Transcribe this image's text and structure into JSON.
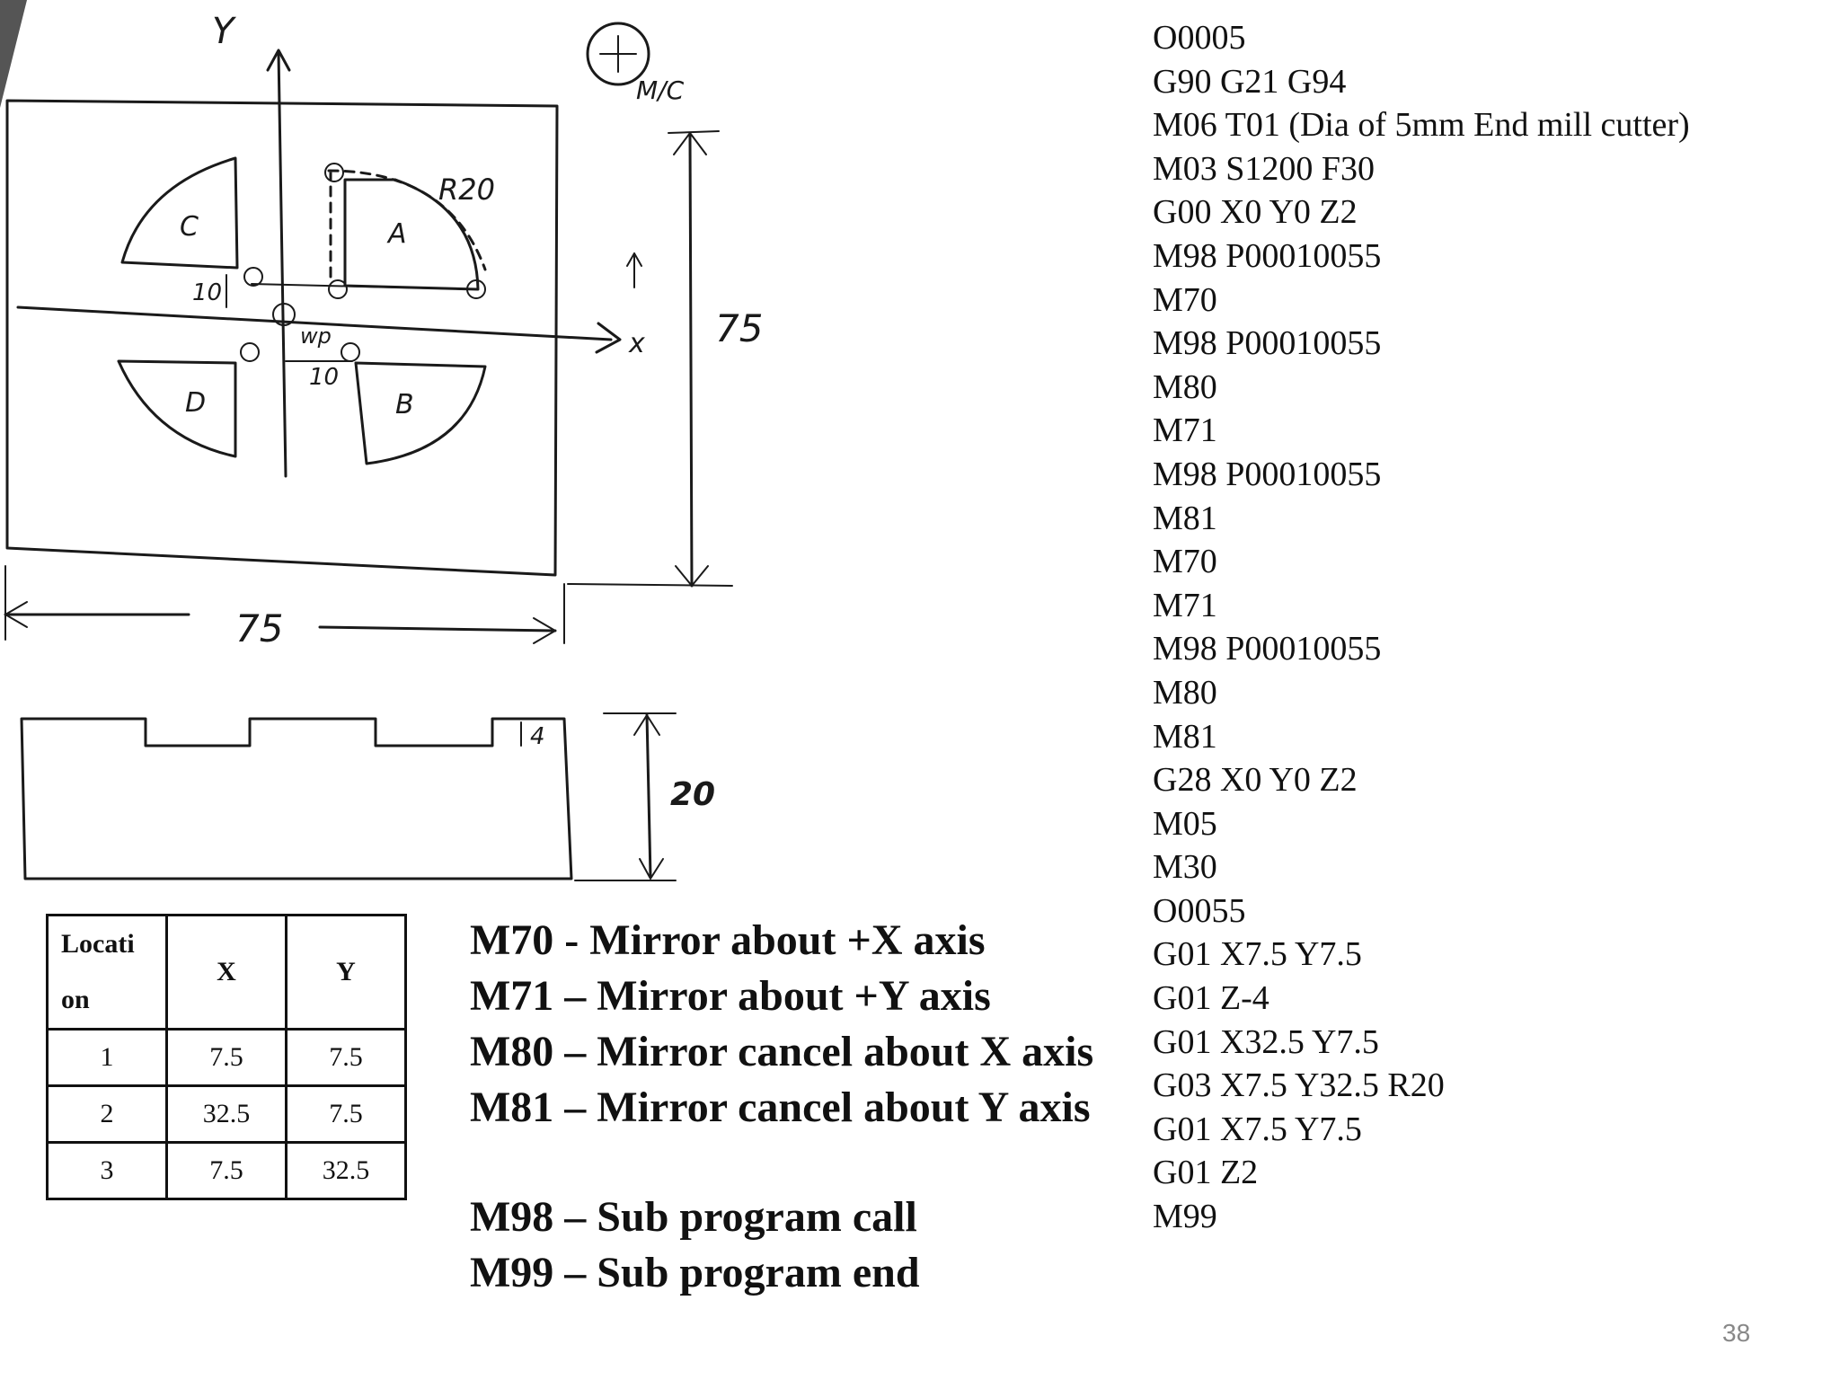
{
  "sketch": {
    "axis_y": "Y",
    "axis_x": "x",
    "machine_mark": "M/C",
    "radius_label": "R20",
    "pocket_a": "A",
    "pocket_b": "B",
    "pocket_c": "C",
    "pocket_d": "D",
    "dim_height": "75",
    "dim_width": "75",
    "dim_depth_total": "20",
    "dim_pocket_depth": "4",
    "dim_offset_y": "10",
    "dim_offset_x": "10",
    "origin_label": "wp"
  },
  "program": [
    "O0005",
    "G90 G21 G94",
    "M06 T01 (Dia of 5mm End mill cutter)",
    "M03 S1200 F30",
    "G00 X0 Y0 Z2",
    "M98 P00010055",
    "M70",
    "M98 P00010055",
    "M80",
    "M71",
    "M98 P00010055",
    "M81",
    "M70",
    "M71",
    "M98 P00010055",
    "M80",
    "M81",
    "G28 X0 Y0 Z2",
    "M05",
    "M30",
    "O0055",
    "G01 X7.5 Y7.5",
    "G01 Z-4",
    "G01 X32.5 Y7.5",
    "G03 X7.5 Y32.5 R20",
    "G01 X7.5 Y7.5",
    "G01 Z2",
    "M99"
  ],
  "location_table": {
    "headers": [
      "Locati",
      "on",
      "X",
      "Y"
    ],
    "rows": [
      [
        "1",
        "7.5",
        "7.5"
      ],
      [
        "2",
        "32.5",
        "7.5"
      ],
      [
        "3",
        "7.5",
        "32.5"
      ]
    ]
  },
  "legend": {
    "m70": "M70 - Mirror about +X axis",
    "m71": "M71 – Mirror about +Y axis",
    "m80": "M80 – Mirror cancel about X axis",
    "m81": "M81 – Mirror cancel about Y axis",
    "m98": "M98 – Sub program call",
    "m99": "M99 – Sub program end"
  },
  "page_number": "38"
}
